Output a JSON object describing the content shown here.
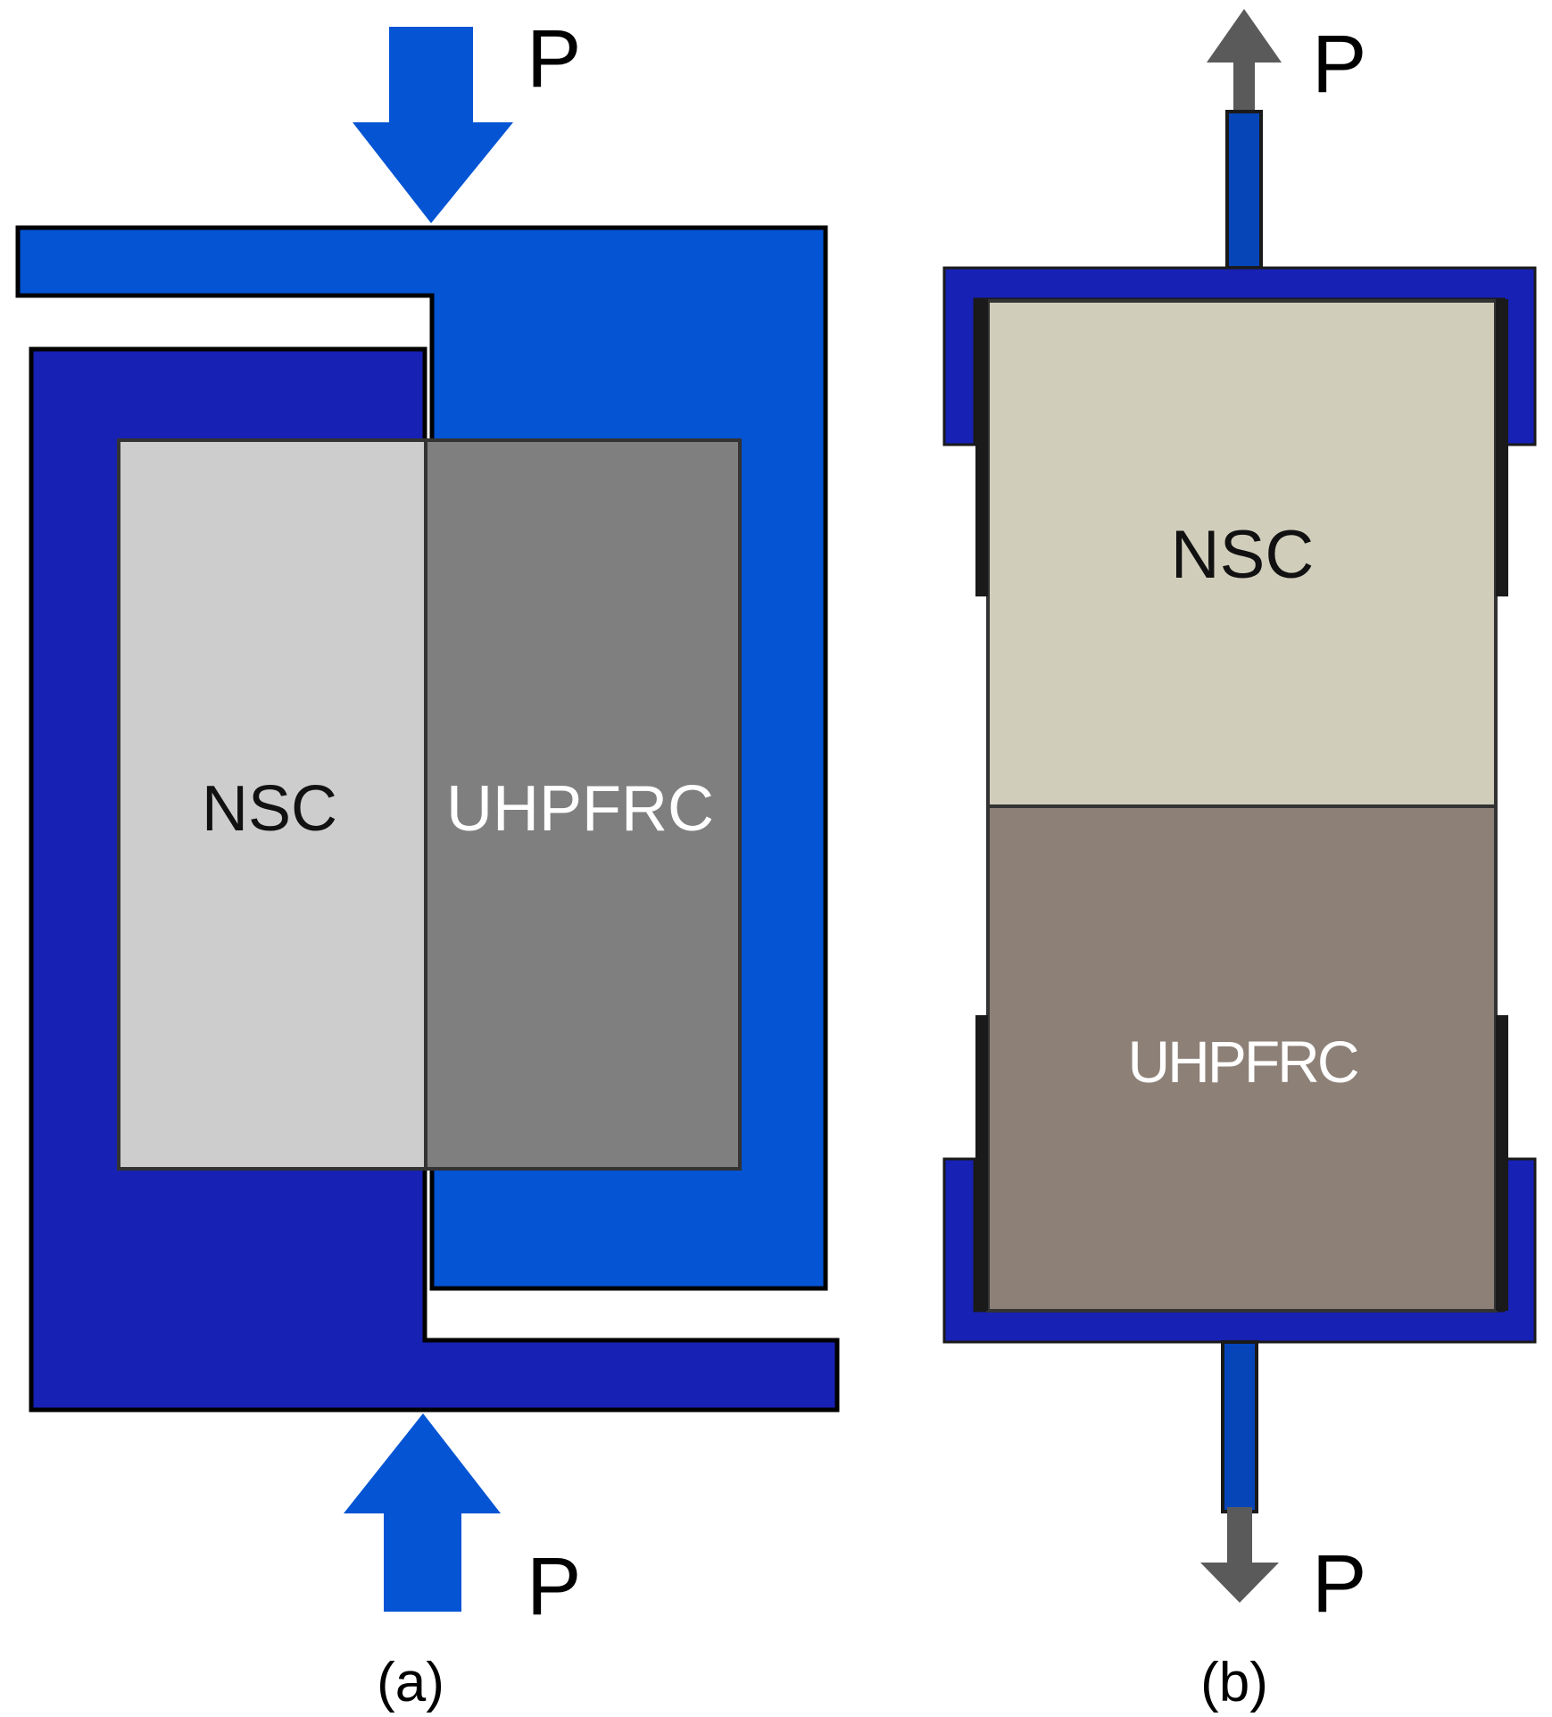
{
  "panel_a": {
    "load_top": "P",
    "load_bottom": "P",
    "material_left": "NSC",
    "material_right": "UHPFRC",
    "caption": "(a)"
  },
  "panel_b": {
    "load_top": "P",
    "load_bottom": "P",
    "material_top": "NSC",
    "material_bottom": "UHPFRC",
    "caption": "(b)"
  },
  "colors": {
    "upper_frame_blue": "#0454d4",
    "lower_frame_navy": "#1721b3",
    "nsc_a": "#cdcdcd",
    "uhpfrc_a": "#7f7f7f",
    "nsc_b": "#d0cdbb",
    "uhpfrc_b": "#8d8077",
    "arrow_grey": "#5a5a5a",
    "grip_navy": "#1721b3",
    "rod_blue": "#0545b8"
  }
}
